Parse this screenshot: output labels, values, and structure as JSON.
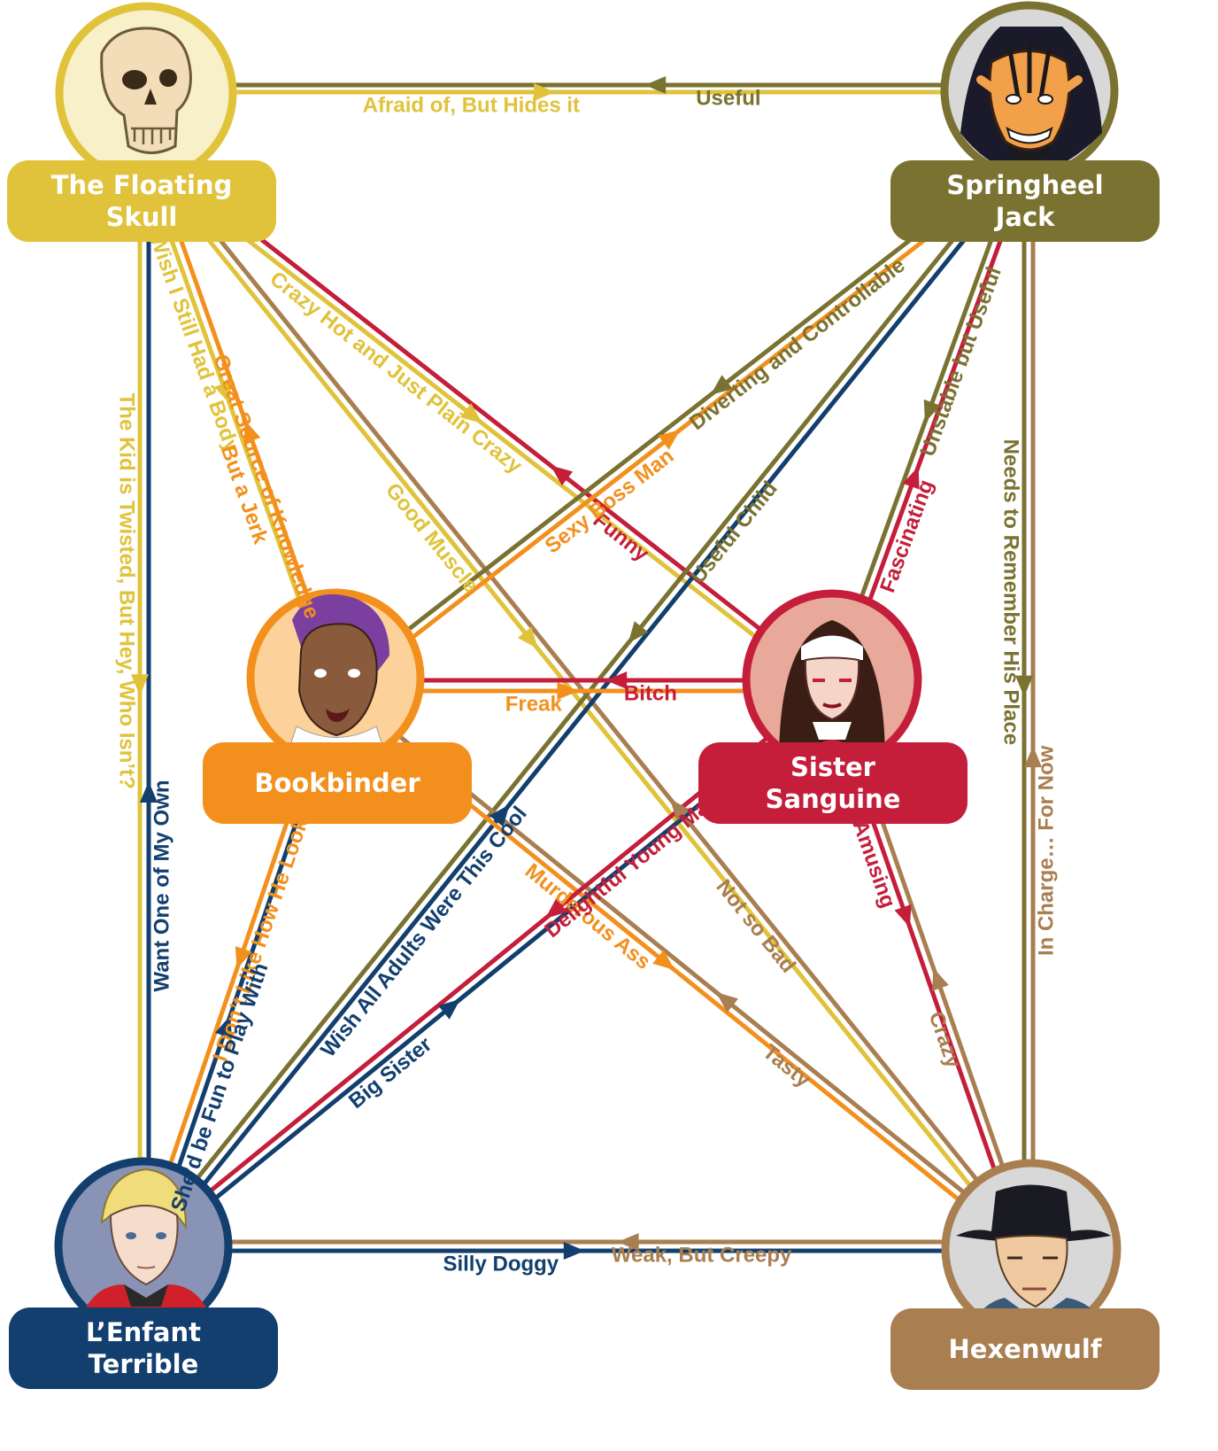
{
  "colors": {
    "floating_skull": "#E0C33A",
    "springheel_jack": "#7A7230",
    "bookbinder": "#F3901D",
    "sister_sanguine": "#C41E3A",
    "lenfant_terrible": "#123F6E",
    "hexenwulf": "#A97E50"
  },
  "characters": {
    "floating_skull": {
      "name_line1": "The Floating",
      "name_line2": "Skull",
      "portrait_icon": "skull-icon"
    },
    "springheel_jack": {
      "name_line1": "Springheel",
      "name_line2": "Jack",
      "portrait_icon": "devil-face-icon"
    },
    "bookbinder": {
      "name_line1": "Bookbinder",
      "name_line2": "",
      "portrait_icon": "purple-hair-woman-icon"
    },
    "sister_sanguine": {
      "name_line1": "Sister",
      "name_line2": "Sanguine",
      "portrait_icon": "nun-face-icon"
    },
    "lenfant_terrible": {
      "name_line1": "L’Enfant",
      "name_line2": "Terrible",
      "portrait_icon": "blond-boy-icon"
    },
    "hexenwulf": {
      "name_line1": "Hexenwulf",
      "name_line2": "",
      "portrait_icon": "fedora-man-icon"
    }
  },
  "relations": [
    {
      "from": "springheel_jack",
      "to": "floating_skull",
      "label": "Useful"
    },
    {
      "from": "floating_skull",
      "to": "springheel_jack",
      "label": "Afraid of, But Hides it"
    },
    {
      "from": "floating_skull",
      "to": "sister_sanguine",
      "label": "Crazy Hot and Just Plain Crazy"
    },
    {
      "from": "sister_sanguine",
      "to": "floating_skull",
      "label": "Funny"
    },
    {
      "from": "floating_skull",
      "to": "bookbinder",
      "label": "Wish I Still Had a Body"
    },
    {
      "from": "bookbinder",
      "to": "floating_skull",
      "label_line1": "Great Source of Knowledge",
      "label_line2": "But a Jerk"
    },
    {
      "from": "hexenwulf",
      "to": "floating_skull",
      "label": "Not so Bad"
    },
    {
      "from": "floating_skull",
      "to": "hexenwulf",
      "label": "Good Muscle"
    },
    {
      "from": "floating_skull",
      "to": "lenfant_terrible",
      "label": "The Kid is Twisted, But Hey, Who Isn’t?"
    },
    {
      "from": "lenfant_terrible",
      "to": "floating_skull",
      "label": "Want One of My Own"
    },
    {
      "from": "springheel_jack",
      "to": "bookbinder",
      "label": "Diverting and Controllable"
    },
    {
      "from": "bookbinder",
      "to": "springheel_jack",
      "label": "Sexy Boss Man"
    },
    {
      "from": "lenfant_terrible",
      "to": "springheel_jack",
      "label": "Wish All Adults Were This Cool"
    },
    {
      "from": "springheel_jack",
      "to": "lenfant_terrible",
      "label": "Useful Child"
    },
    {
      "from": "springheel_jack",
      "to": "sister_sanguine",
      "label": "Unstable but Useful"
    },
    {
      "from": "sister_sanguine",
      "to": "springheel_jack",
      "label": "Fascinating"
    },
    {
      "from": "hexenwulf",
      "to": "springheel_jack",
      "label": "In Charge… For Now"
    },
    {
      "from": "springheel_jack",
      "to": "hexenwulf",
      "label": "Needs to Remember His Place"
    },
    {
      "from": "sister_sanguine",
      "to": "bookbinder",
      "label": "Bitch"
    },
    {
      "from": "bookbinder",
      "to": "sister_sanguine",
      "label": "Freak"
    },
    {
      "from": "bookbinder",
      "to": "lenfant_terrible",
      "label": "I Don’t Like How He Looks at Me"
    },
    {
      "from": "lenfant_terrible",
      "to": "bookbinder",
      "label": "She’d be Fun to Play With"
    },
    {
      "from": "hexenwulf",
      "to": "bookbinder",
      "label": "Tasty"
    },
    {
      "from": "bookbinder",
      "to": "hexenwulf",
      "label": "Murderous Ass"
    },
    {
      "from": "sister_sanguine",
      "to": "lenfant_terrible",
      "label": "Delightful Young Man"
    },
    {
      "from": "lenfant_terrible",
      "to": "sister_sanguine",
      "label": "Big Sister"
    },
    {
      "from": "hexenwulf",
      "to": "sister_sanguine",
      "label": "Crazy"
    },
    {
      "from": "sister_sanguine",
      "to": "hexenwulf",
      "label": "Amusing"
    },
    {
      "from": "hexenwulf",
      "to": "lenfant_terrible",
      "label": "Weak, But Creepy"
    },
    {
      "from": "lenfant_terrible",
      "to": "hexenwulf",
      "label": "Silly Doggy"
    }
  ]
}
